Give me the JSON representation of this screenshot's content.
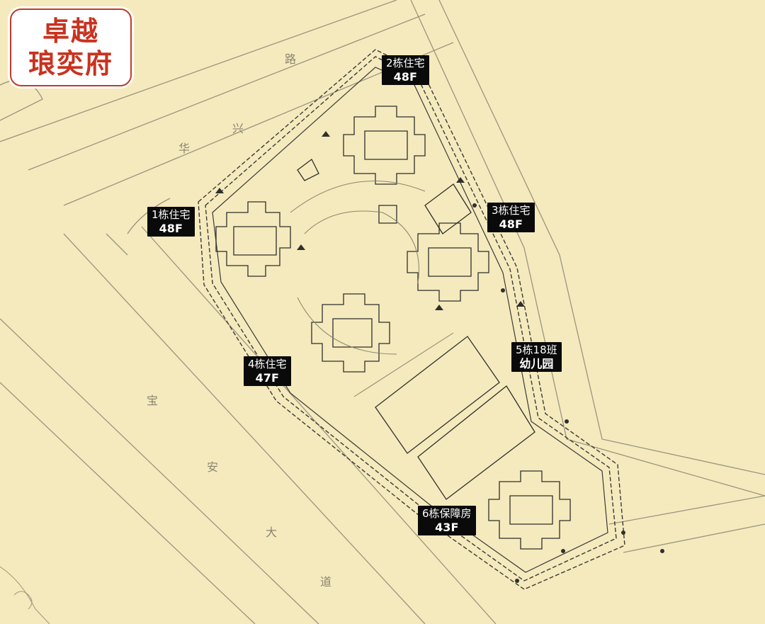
{
  "logo": {
    "line1": "卓越",
    "line2": "琅奕府"
  },
  "buildings": [
    {
      "id": "b1",
      "name": "1栋住宅",
      "floors": "48F"
    },
    {
      "id": "b2",
      "name": "2栋住宅",
      "floors": "48F"
    },
    {
      "id": "b3",
      "name": "3栋住宅",
      "floors": "48F"
    },
    {
      "id": "b4",
      "name": "4栋住宅",
      "floors": "47F"
    },
    {
      "id": "b5",
      "name": "5栋18班",
      "floors": "幼儿园"
    },
    {
      "id": "b6",
      "name": "6栋保障房",
      "floors": "43F"
    }
  ],
  "roads": {
    "huaxing_1": "华",
    "huaxing_2": "兴",
    "huaxing_3": "路",
    "boulevard_1": "宝",
    "boulevard_2": "安",
    "boulevard_3": "大",
    "boulevard_4": "道"
  },
  "colors": {
    "paper": "#f5eabd",
    "line": "#3a3a38",
    "label_bg": "#0a0a0a",
    "logo_red": "#c8321f"
  }
}
